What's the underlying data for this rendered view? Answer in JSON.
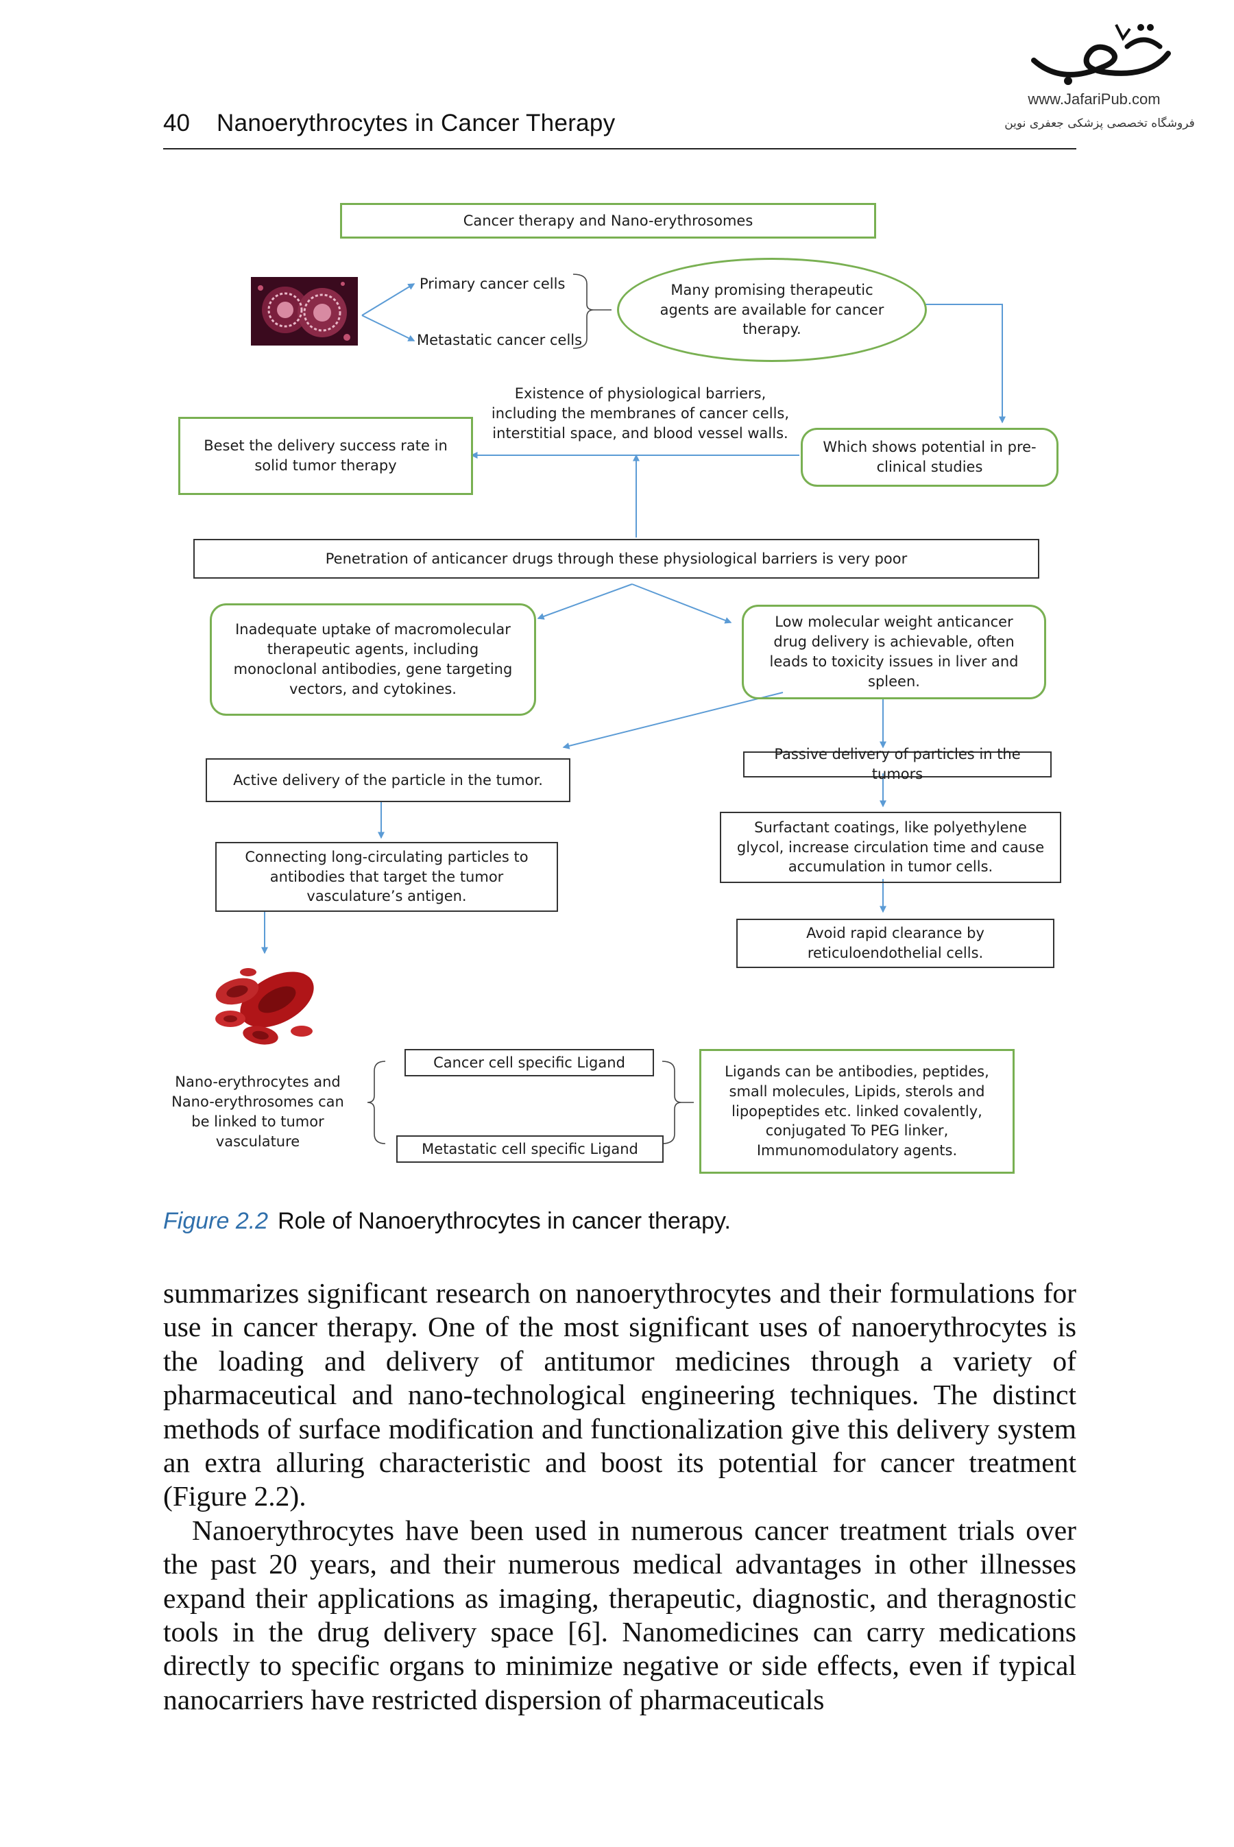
{
  "header": {
    "page_number": "40",
    "running_title": "Nanoerythrocytes in Cancer Therapy",
    "logo_url": "www.JafariPub.com",
    "logo_tagline": "فروشگاه تخصصی پزشکی جعفری نوین"
  },
  "diagram": {
    "title": "Cancer therapy and Nano-erythrosomes",
    "primary_cells": "Primary cancer cells",
    "metastatic_cells": "Metastatic cancer cells",
    "promising_agents": "Many promising therapeutic agents are available for cancer therapy.",
    "barriers": "Existence of physiological barriers, including the membranes of cancer cells, interstitial space, and blood vessel walls.",
    "beset": "Beset the delivery success rate in solid tumor therapy",
    "preclinical": "Which shows potential in pre-clinical studies",
    "penetration": "Penetration of anticancer drugs through these physiological barriers is very poor",
    "inadequate": "Inadequate uptake of macromolecular therapeutic agents, including monoclonal antibodies, gene targeting vectors, and cytokines.",
    "low_mw": "Low molecular weight anticancer drug delivery is achievable, often leads to toxicity issues in liver and spleen.",
    "active": "Active delivery of the particle in the tumor.",
    "passive": "Passive delivery of particles in the tumors",
    "connecting": "Connecting long-circulating particles to antibodies that target the tumor vasculature’s antigen.",
    "surfactant": "Surfactant coatings, like polyethylene glycol, increase circulation time and cause accumulation in tumor cells.",
    "avoid": "Avoid rapid clearance by reticuloendothelial cells.",
    "nano_linked": "Nano-erythrocytes and Nano-erythrosomes can be linked to tumor vasculature",
    "cancer_ligand": "Cancer cell specific Ligand",
    "metastatic_ligand": "Metastatic cell specific Ligand",
    "ligands": "Ligands can be antibodies, peptides, small molecules, Lipids, sterols and lipopeptides etc. linked covalently, conjugated To PEG linker, Immunomodulatory agents."
  },
  "caption": {
    "label": "Figure 2.2",
    "text": "Role of Nanoerythrocytes in cancer therapy."
  },
  "body": {
    "p1": "summarizes significant research on nanoerythrocytes and their formulations for use in cancer therapy. One of the most significant uses of nanoerythrocytes is the loading and delivery of antitumor medicines through a variety of pharmaceutical and nano-technological engineering techniques. The distinct methods of surface modification and functionalization give this delivery system an extra alluring characteristic and boost its potential for cancer treatment (Figure 2.2).",
    "p2": "Nanoerythrocytes have been used in numerous cancer treatment trials over the past 20 years, and their numerous medical advantages in other illnesses expand their applications as imaging, therapeutic, diagnostic, and theragnostic tools in the drug delivery space [6]. Nanomedicines can carry medications directly to specific organs to minimize negative or side effects, even if typical nanocarriers have restricted dispersion of pharmaceuticals"
  },
  "colors": {
    "green_border": "#79b052",
    "arrow_blue": "#5b9bd5",
    "caption_label": "#2f6fab"
  }
}
